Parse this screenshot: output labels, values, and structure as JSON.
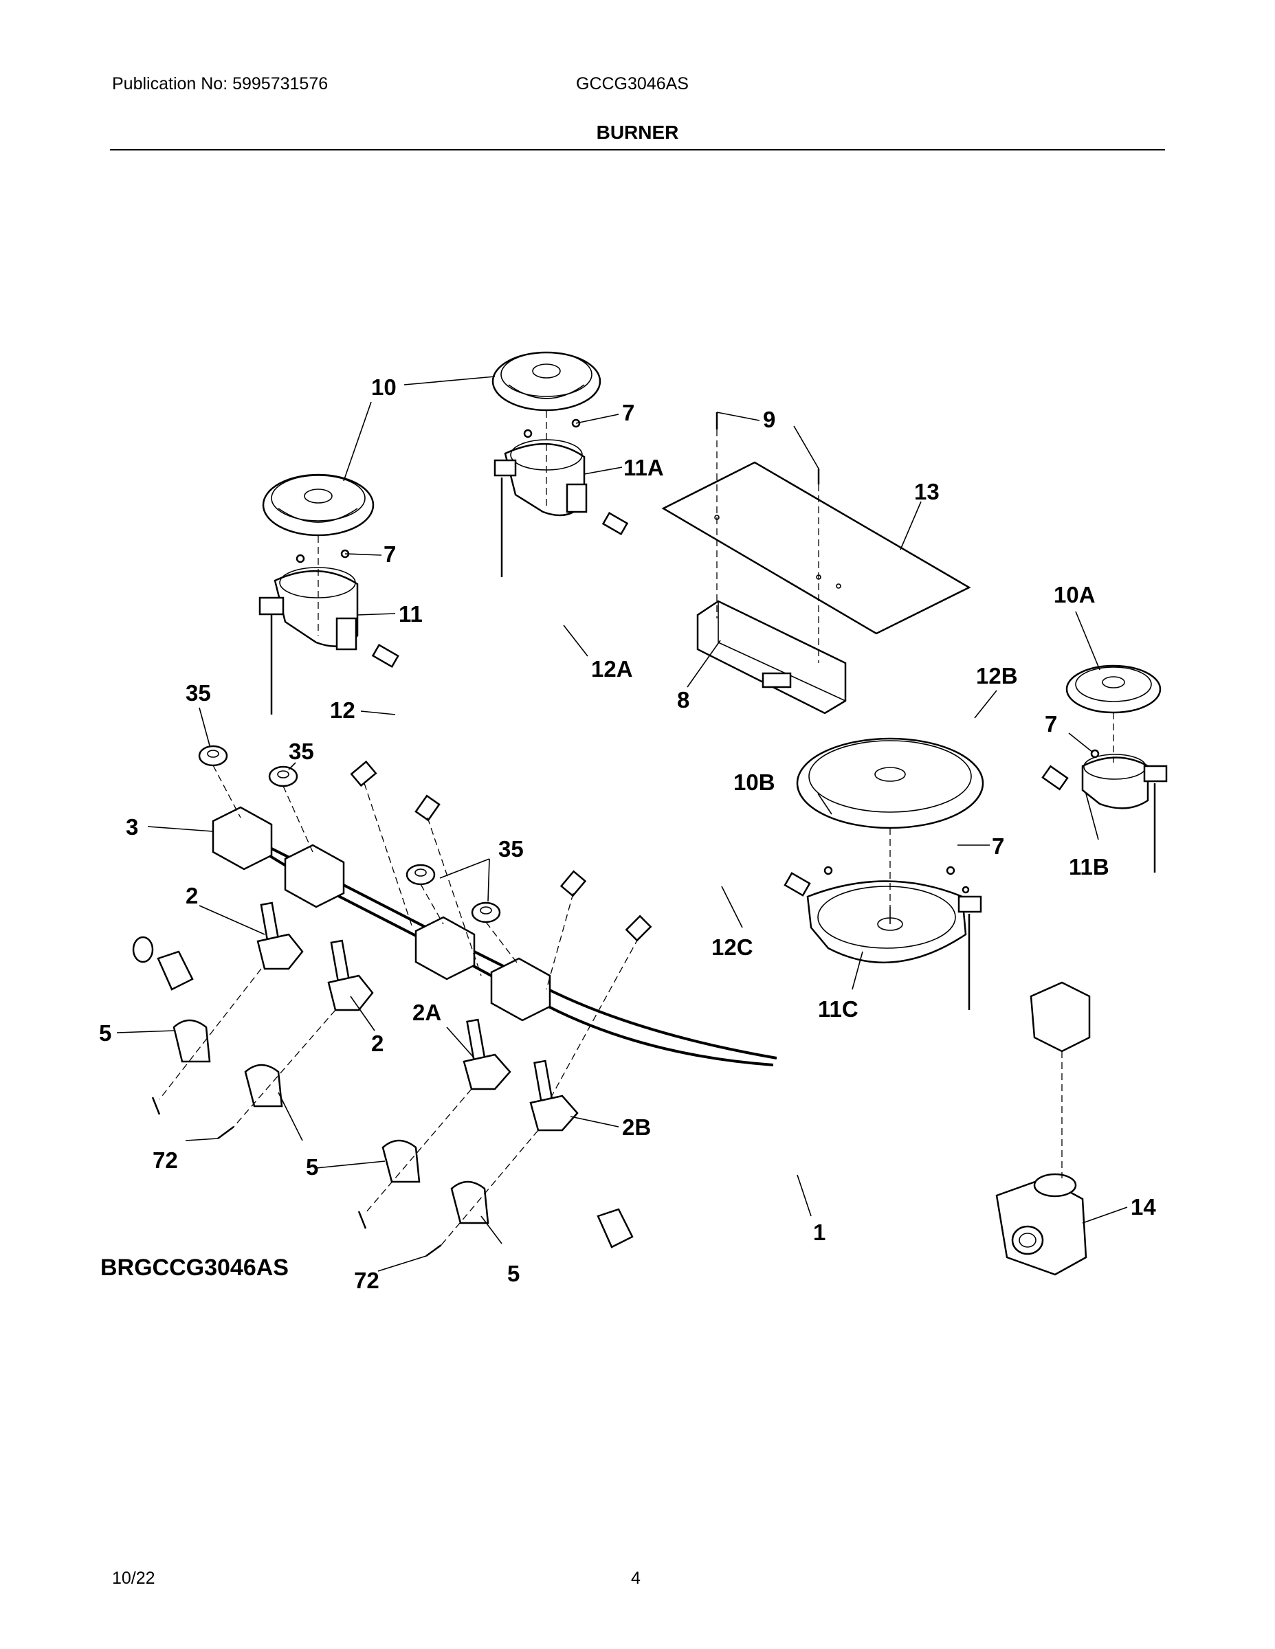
{
  "header": {
    "publication": "Publication No: 5995731576",
    "model": "GCCG3046AS",
    "section_title": "BURNER"
  },
  "drawing_id": "BRGCCG3046AS",
  "footer": {
    "date": "10/22",
    "page_number": "4"
  },
  "callouts": {
    "c10": "10",
    "c7a": "7",
    "c9": "9",
    "c11A": "11A",
    "c13": "13",
    "c7b": "7",
    "c11": "11",
    "c10A": "10A",
    "c35a": "35",
    "c12": "12",
    "c12A": "12A",
    "c12B": "12B",
    "c8": "8",
    "c35b": "35",
    "c7c": "7",
    "c3": "3",
    "c10B": "10B",
    "c7d": "7",
    "c35c": "35",
    "c11B": "11B",
    "c2a": "2",
    "c12C": "12C",
    "c2A": "2A",
    "c11C": "11C",
    "c5a": "5",
    "c2b": "2",
    "c72a": "72",
    "c5b": "5",
    "c2B": "2B",
    "c14": "14",
    "c1": "1",
    "c72b": "72",
    "c5c": "5"
  }
}
